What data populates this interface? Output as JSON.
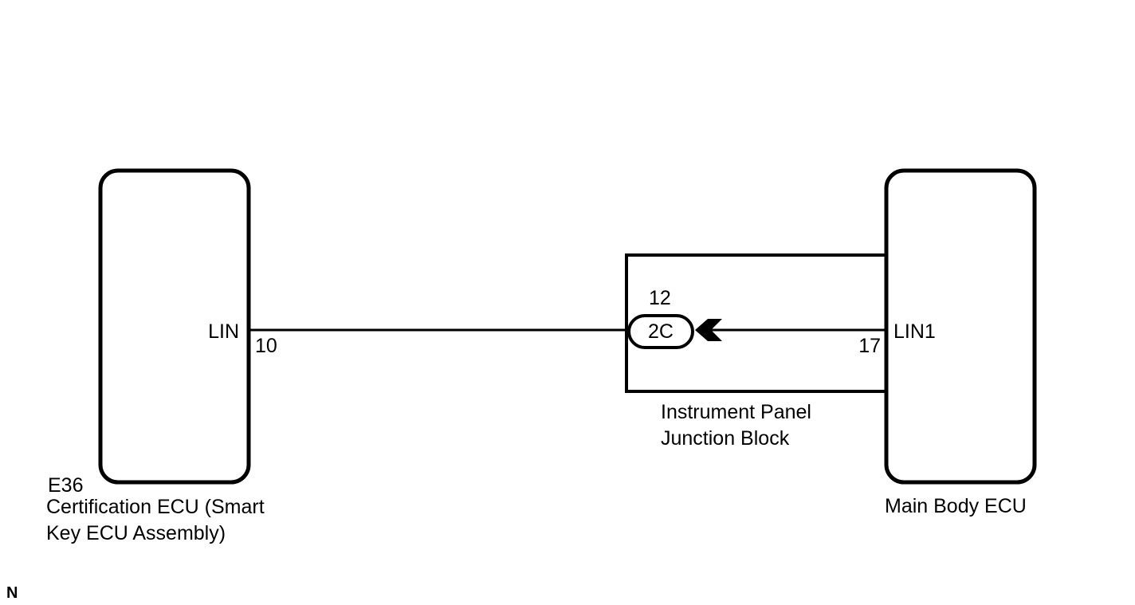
{
  "left_ecu": {
    "code": "E36",
    "name_line1": "Certification ECU (Smart",
    "name_line2": "Key ECU Assembly)",
    "terminal_name": "LIN",
    "pin": "10"
  },
  "junction_block": {
    "name_line1": "Instrument Panel",
    "name_line2": "Junction Block",
    "connector": "2C",
    "pin": "12"
  },
  "right_ecu": {
    "name": "Main Body ECU",
    "terminal_name": "LIN1",
    "pin": "17"
  },
  "corner_code": "N",
  "colors": {
    "line": "#000000",
    "background": "#ffffff"
  }
}
